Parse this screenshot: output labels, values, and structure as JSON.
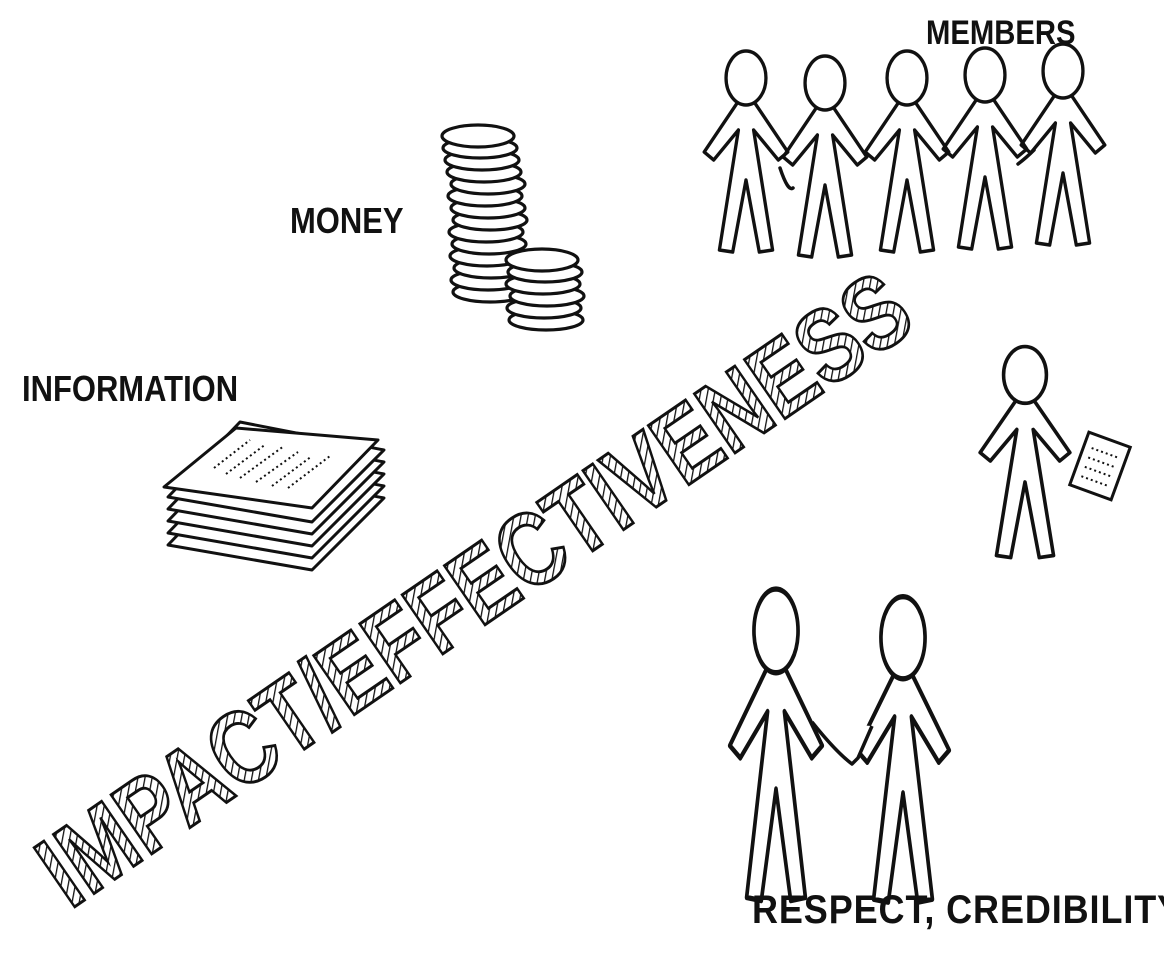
{
  "labels": {
    "members": "MEMBERS",
    "money": "MONEY",
    "information": "INFORMATION",
    "respect": "RESPECT, CREDIBILITY"
  },
  "banner": {
    "text": "IMPACT/EFFECTIVENESS"
  },
  "icons": {
    "members": "group-of-people-holding-hands-icon",
    "money": "coin-stacks-icon",
    "information": "paper-stack-icon",
    "person_with_document": "person-holding-document-icon",
    "handshake": "handshake-icon"
  },
  "colors": {
    "ink": "#111111",
    "background": "#ffffff"
  }
}
